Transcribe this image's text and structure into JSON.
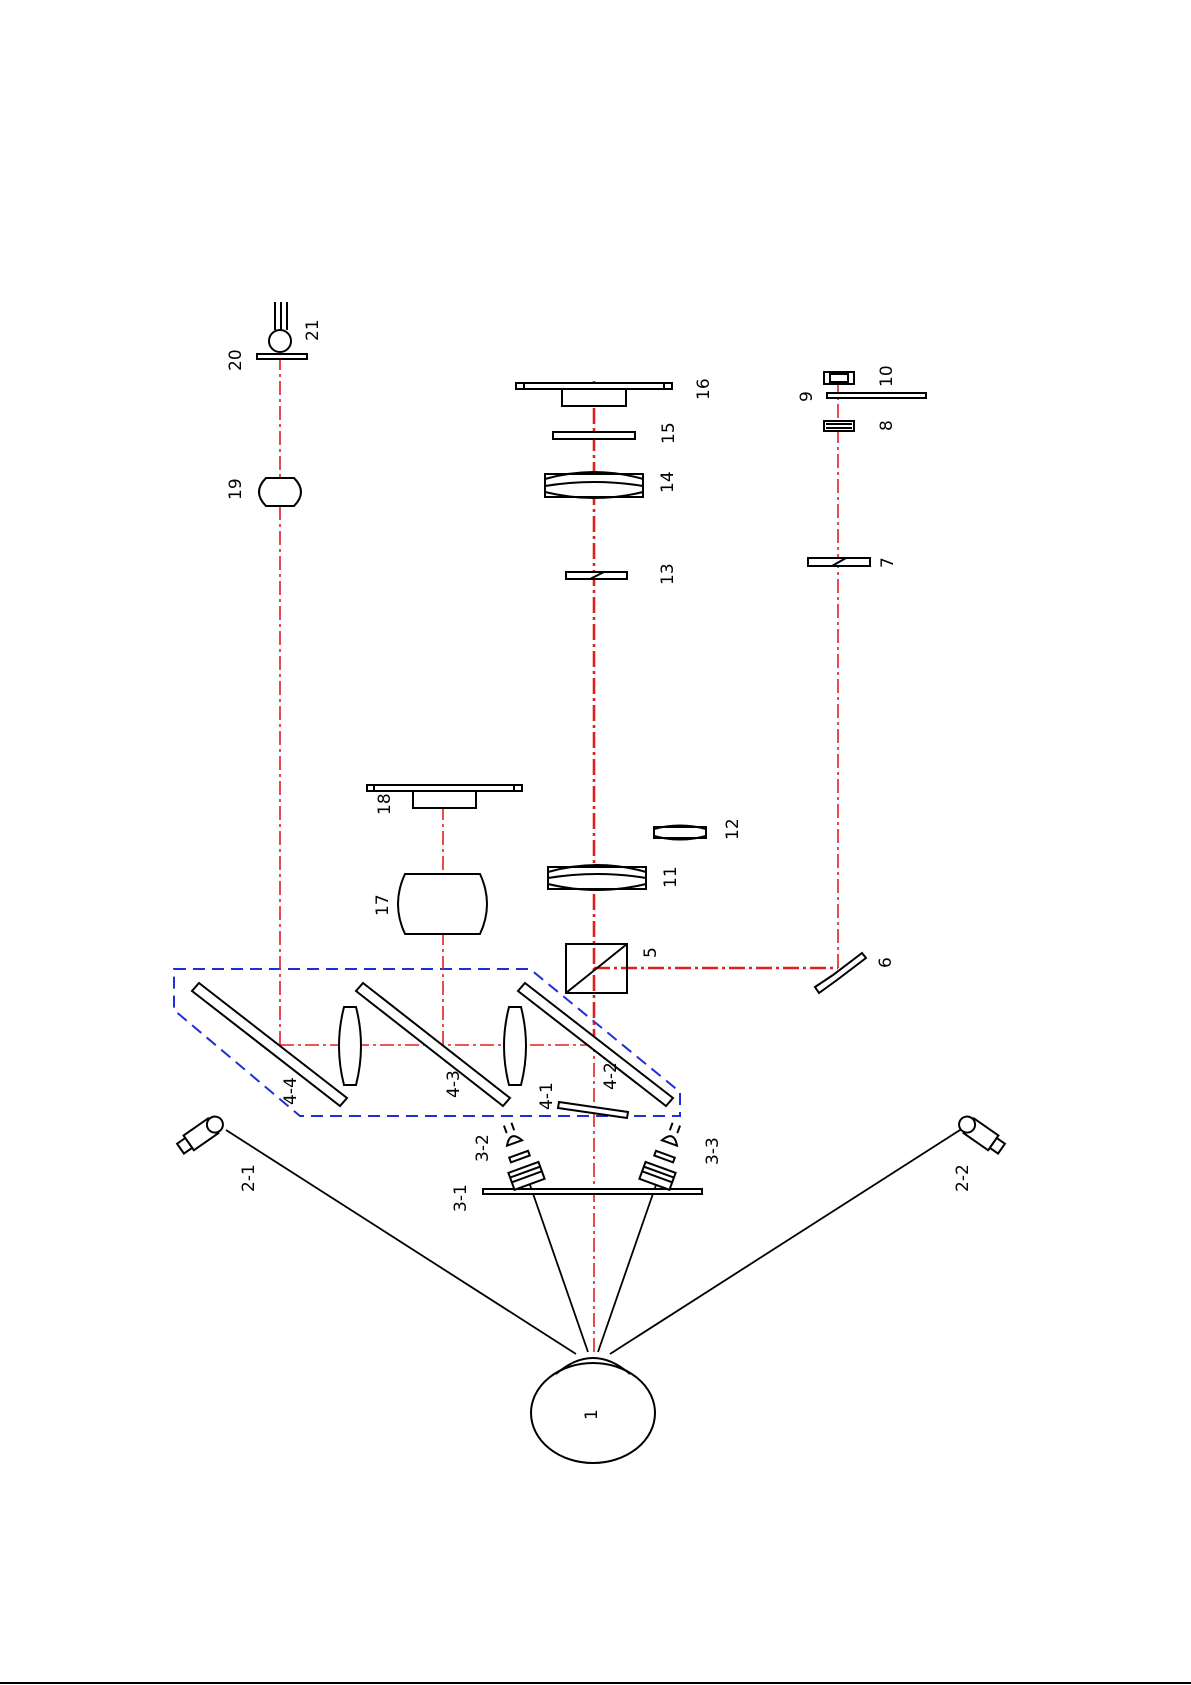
{
  "labels": {
    "l1": "1",
    "l2_1": "2-1",
    "l2_2": "2-2",
    "l3_1": "3-1",
    "l3_2": "3-2",
    "l3_3": "3-3",
    "l4_1": "4-1",
    "l4_2": "4-2",
    "l4_3": "4-3",
    "l4_4": "4-4",
    "l5": "5",
    "l6": "6",
    "l7": "7",
    "l8": "8",
    "l9": "9",
    "l10": "10",
    "l11": "11",
    "l12": "12",
    "l13": "13",
    "l14": "14",
    "l15": "15",
    "l16": "16",
    "l17": "17",
    "l18": "18",
    "l19": "19",
    "l20": "20",
    "l21": "21"
  },
  "colors": {
    "beam": "#e0201e",
    "dichroic_box": "#1f2fd6",
    "line": "#000000"
  }
}
